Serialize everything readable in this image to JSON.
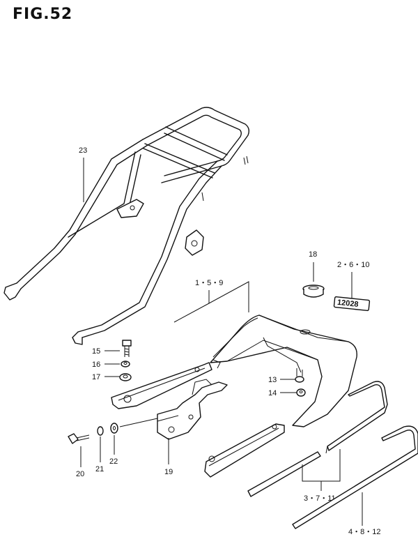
{
  "figure": {
    "title": "FIG.52"
  },
  "labels": {
    "l23": "23",
    "l18": "18",
    "l2_6_10": "2・6・10",
    "l1_5_9": "1・5・9",
    "l15": "15",
    "l16": "16",
    "l17": "17",
    "l13": "13",
    "l14": "14",
    "l20": "20",
    "l21": "21",
    "l22": "22",
    "l19": "19",
    "l3_7_11": "3・7・11",
    "l4_8_12": "4・8・12"
  },
  "badge": {
    "text": "12028"
  }
}
